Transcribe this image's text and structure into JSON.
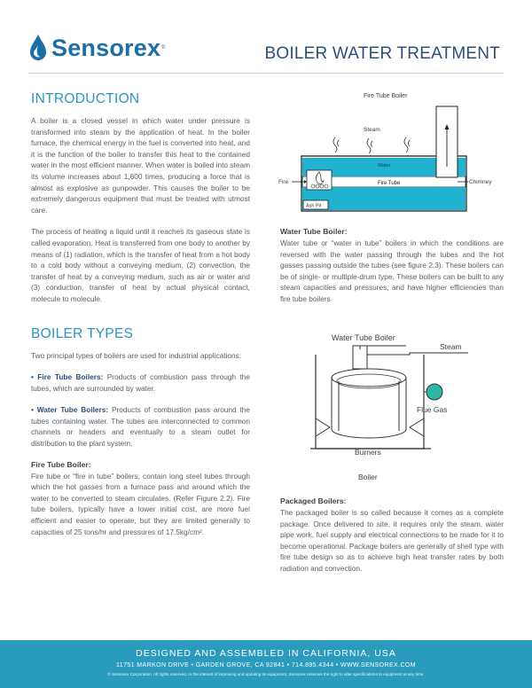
{
  "header": {
    "brand": "Sensorex",
    "title": "BOILER WATER TREATMENT"
  },
  "introduction": {
    "heading": "INTRODUCTION",
    "p1": "A boiler is a closed vessel in which water under pressure is transformed into steam by the application of heat. In the boiler furnace, the chemical energy in the fuel is converted into heat, and it is the function of the boiler to transfer this heat to the contained water in the most efficient manner. When water is boiled into steam its volume increases about 1,600 times, producing a force that is almost as explosive as gunpowder. This causes the boiler to be extremely dangerous equipment that must be treated with utmost care.",
    "p2": "The process of heating a liquid until it reaches its gaseous state is called evaporation. Heat is transferred from one body to another by means of (1) radiation, which is the transfer of heat from a hot body to a cold body without a conveying medium, (2) convection, the transfer of heat by a conveying medium, such as air or water and (3) conduction, transfer of heat by actual physical contact, molecule to molecule."
  },
  "boiler_types": {
    "heading": "BOILER TYPES",
    "intro": "Two principal types of boilers are used for industrial applications:",
    "bullet1_label": "• Fire Tube Boilers:",
    "bullet1_text": " Products of combustion pass through the tubes, which are surrounded by water.",
    "bullet2_label": "• Water Tube Boilers:",
    "bullet2_text": " Products of combustion pass around the tubes containing water. The tubes are interconnected to common channels or headers and eventually to a steam outlet for distribution to the plant system.",
    "fire_tube_heading": "Fire Tube Boiler:",
    "fire_tube_text": "Fire tube or “fire in tube” boilers; contain long steel tubes through which the hot gasses from a furnace pass and around which the water to be converted to steam circulates. (Refer Figure 2.2). Fire tube boilers, typically have a lower initial cost, are more fuel efficient and easier to operate, but they are limited generally to capacities of 25 tons/hr and pressures of 17.5kg/cm²."
  },
  "fire_tube_figure": {
    "title": "Fire Tube Boiler",
    "steam": "Steam",
    "water": "Water",
    "fire": "Fire",
    "fire_tube": "Fire Tube",
    "chimney": "Chimney",
    "ash_pit": "Ash Pit"
  },
  "water_tube": {
    "heading": "Water Tube Boiler:",
    "text": "Water tube or “water in tube” boilers in which the conditions are reversed with the water passing through the tubes and the hot gasses passing outside the tubes (see figure 2.3). These boilers can be of single- or multiple-drum type. These boilers can be built to any steam capacities and pressures, and have higher efficiencies than fire tube boilers"
  },
  "water_tube_figure": {
    "title": "Water Tube Boiler",
    "steam": "Steam",
    "flue_gas": "Flue Gas",
    "burners": "Burners",
    "boiler": "Boiler"
  },
  "packaged": {
    "heading": "Packaged Boilers:",
    "text": "The packaged boiler is so called because it comes as a complete package. Once delivered to site, it requires only the steam, water pipe work, fuel supply and electrical connections to be made for it to become operational. Package boilers are generally of shell type with fire tube design so as to achieve high heat transfer rates by both radiation and convection."
  },
  "footer": {
    "title": "DESIGNED AND ASSEMBLED IN CALIFORNIA, USA",
    "address": "11751 MARKON DRIVE  •  GARDEN GROVE, CA 92841  •  714.895.4344  •  WWW.SENSOREX.COM",
    "legal": "© Sensorex Corporation. All rights reserved. In the interest of improving and updating its equipment, Sensorex reserves the right to alter specifications to equipment at any time."
  },
  "colors": {
    "brand_blue": "#1b6fa6",
    "heading_teal": "#2a95c4",
    "water_cyan": "#1fb3cf",
    "footer_bg": "#2a9bbc"
  }
}
